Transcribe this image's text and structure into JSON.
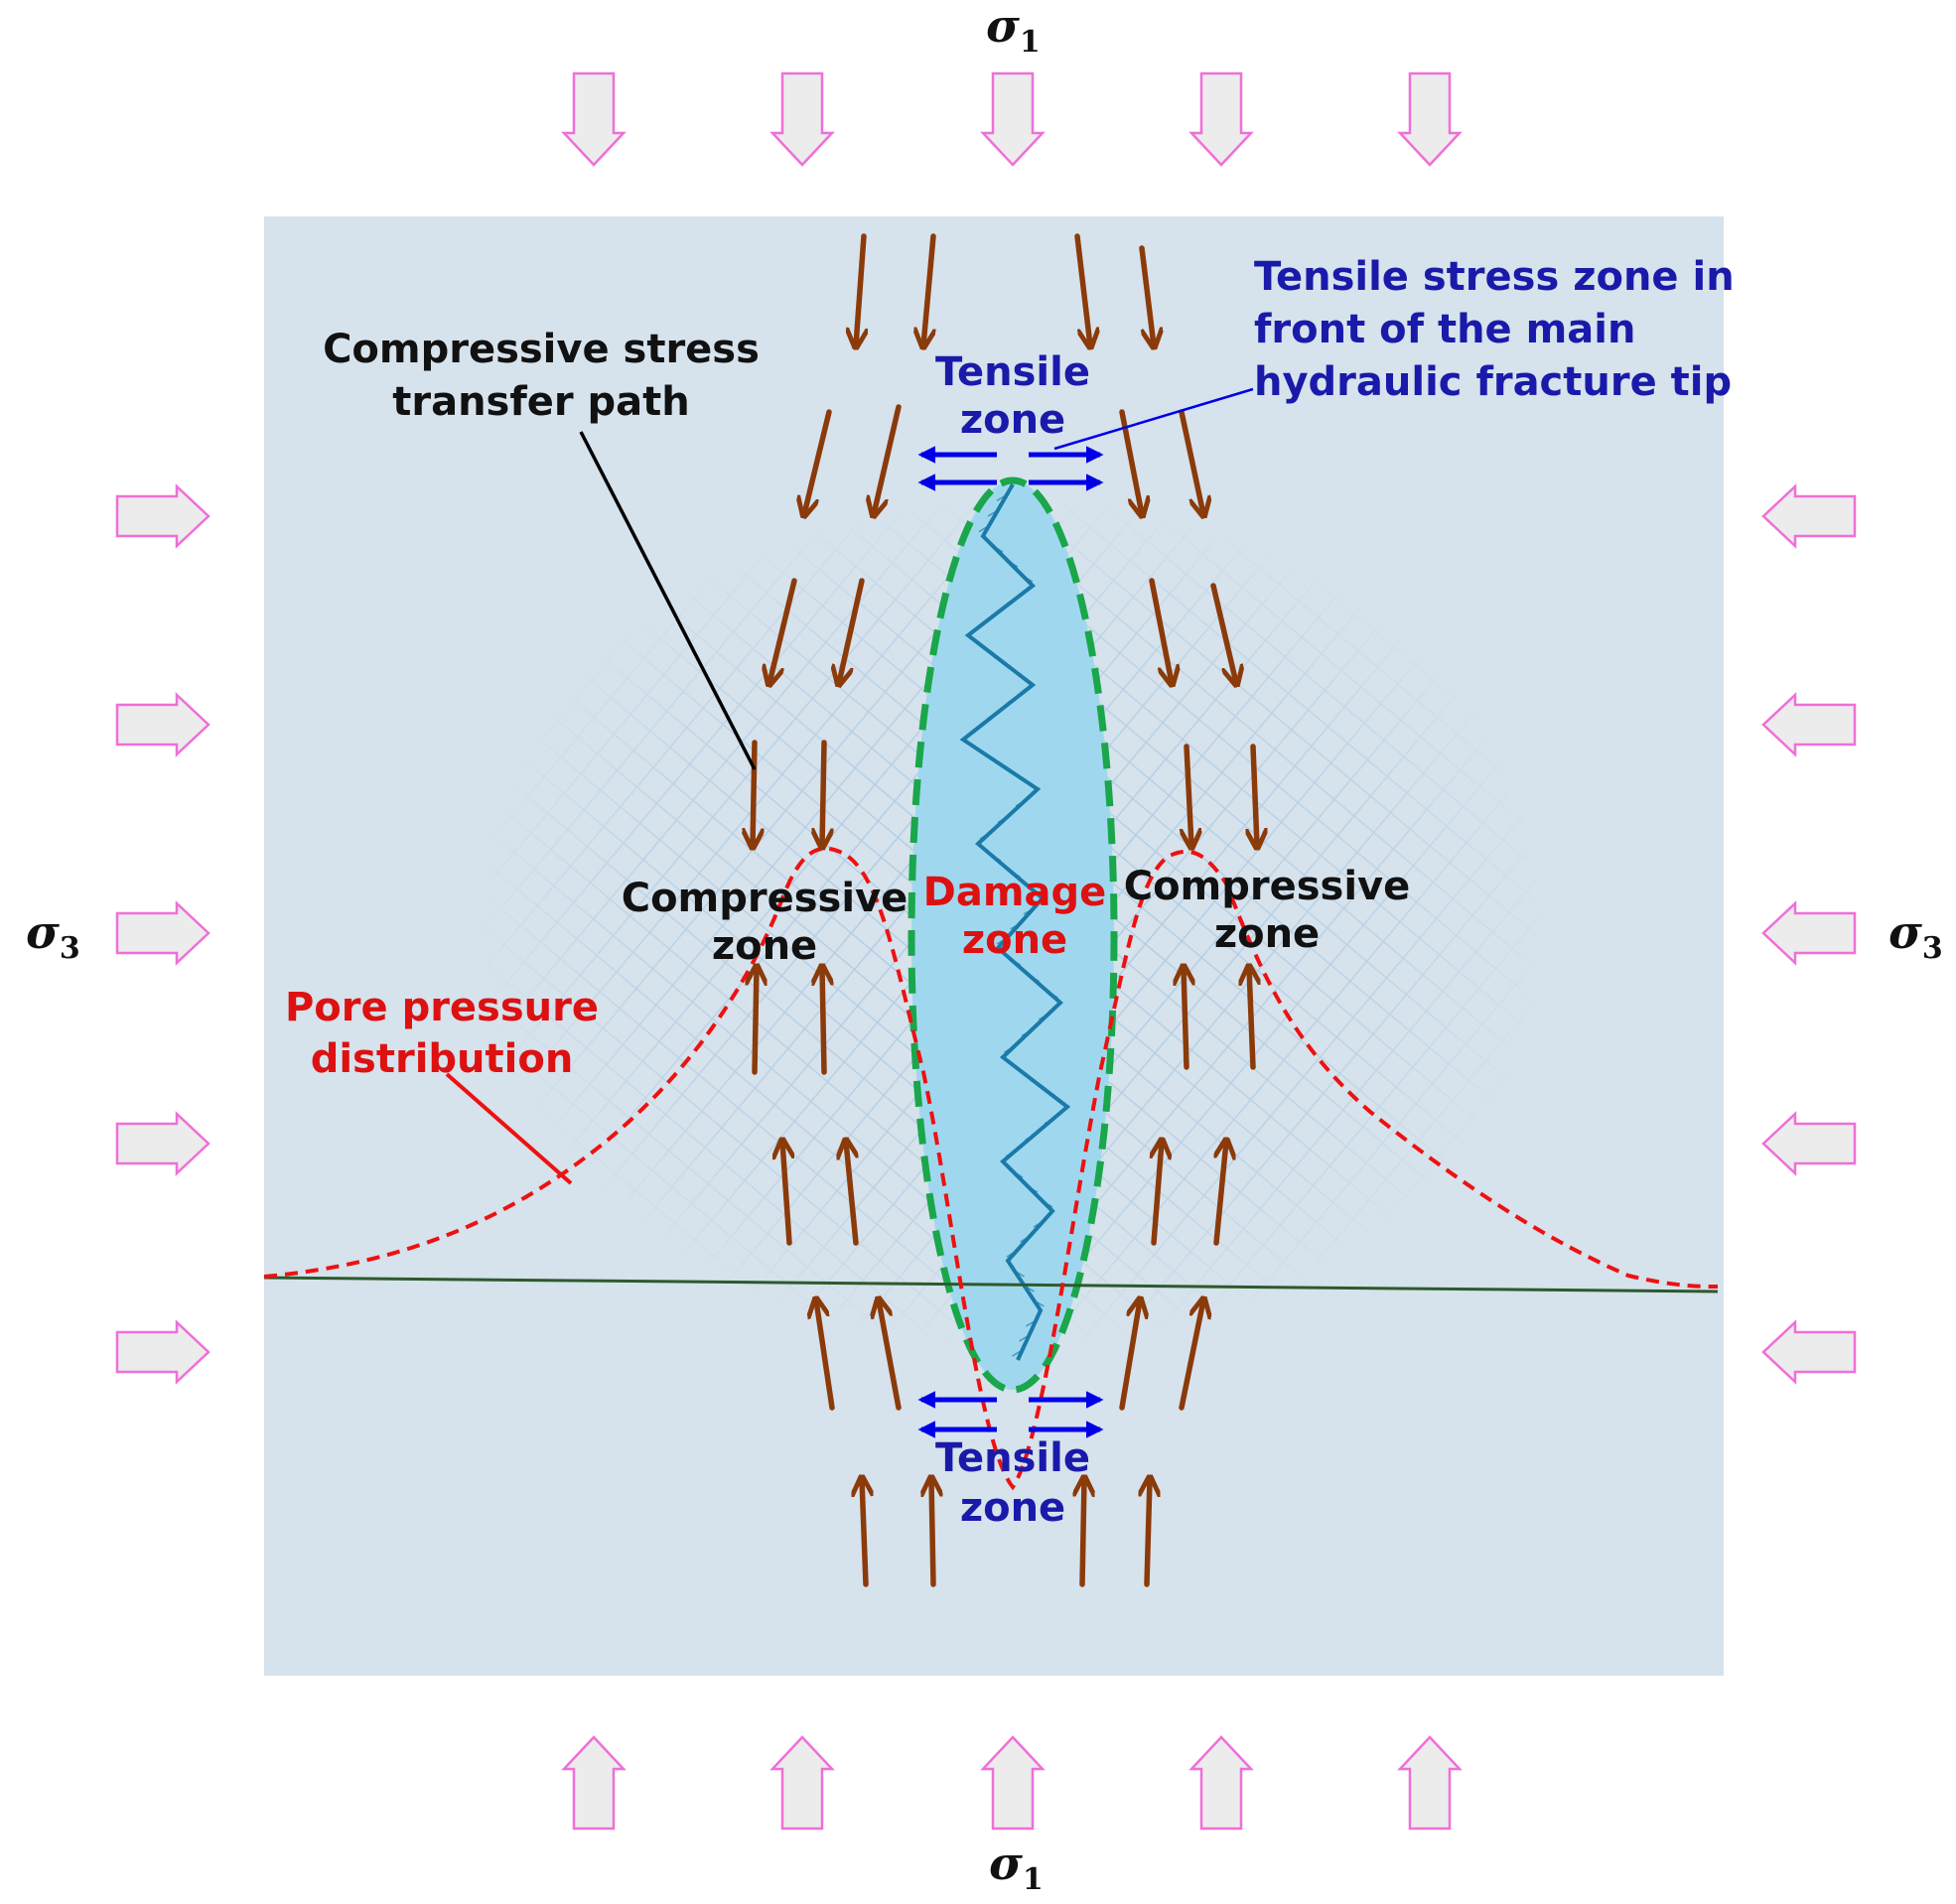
{
  "labels": {
    "sigma1_top": "σ",
    "sigma1_top_sub": "1",
    "sigma1_bottom": "σ",
    "sigma1_bottom_sub": "1",
    "sigma3_left": "σ",
    "sigma3_left_sub": "3",
    "sigma3_right": "σ",
    "sigma3_right_sub": "3",
    "compressive_path_line1": "Compressive stress",
    "compressive_path_line2": "transfer path",
    "tensile_front_line1": "Tensile stress zone in",
    "tensile_front_line2": "front of the main",
    "tensile_front_line3": "hydraulic fracture tip",
    "tensile_top_line1": "Tensile",
    "tensile_top_line2": "zone",
    "tensile_bottom_line1": "Tensile",
    "tensile_bottom_line2": "zone",
    "compressive_left_line1": "Compressive",
    "compressive_left_line2": "zone",
    "compressive_right_line1": "Compressive",
    "compressive_right_line2": "zone",
    "damage_line1": "Damage",
    "damage_line2": "zone",
    "pore_line1": "Pore pressure",
    "pore_line2": "distribution"
  },
  "colors": {
    "block": "#d6e2ec",
    "load_arrow_fill": "#ececec",
    "load_arrow_stroke": "#f06fd8",
    "stress_arrow": "#8b3a0a",
    "tensile_arrow": "#0000e6",
    "damage_fill": "#9fd8ee",
    "damage_outline": "#1aa64a",
    "pore_curve": "#ee1111",
    "baseline": "#2d5a2d",
    "fracture": "#1a7aa8",
    "text_dark": "#111111",
    "text_blue": "#1a1aaa",
    "text_red": "#dd1111"
  }
}
